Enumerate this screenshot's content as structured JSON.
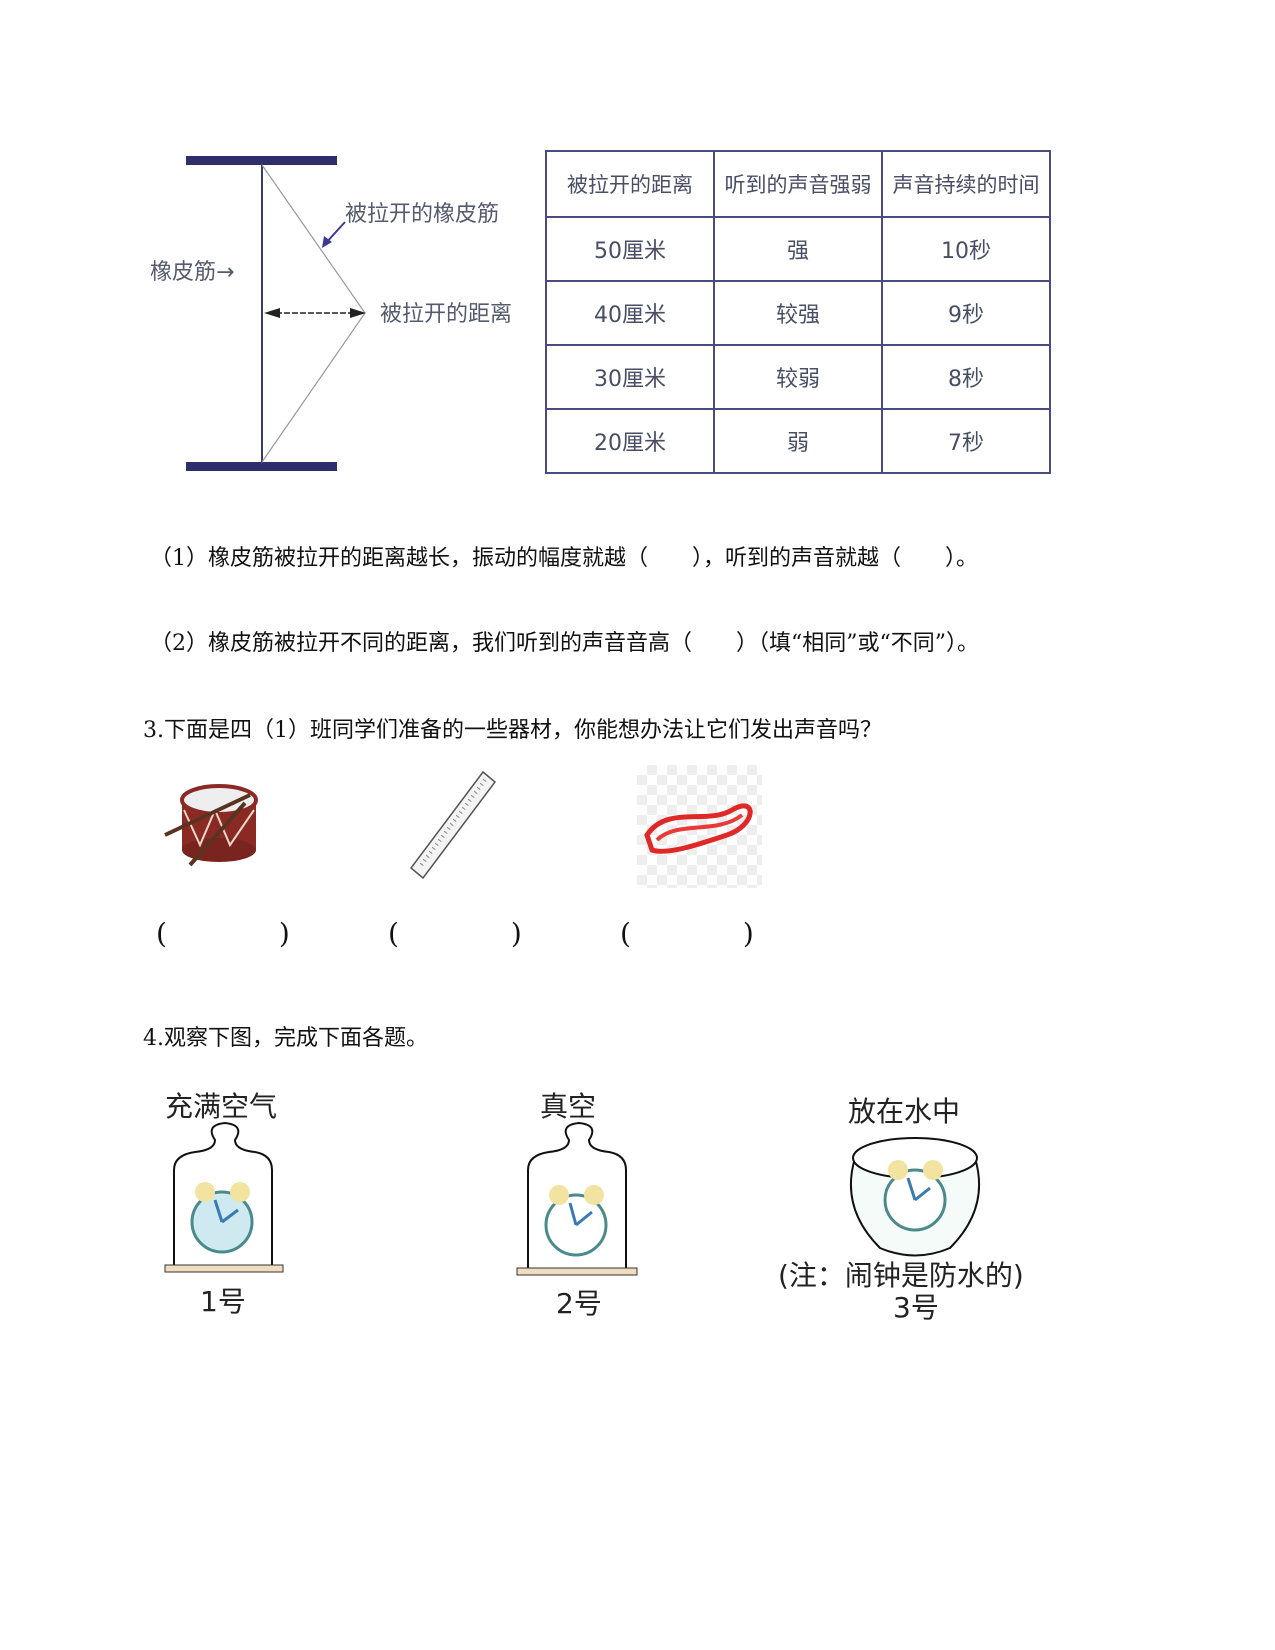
{
  "diagram": {
    "label_band": "橡皮筋→",
    "label_stretched": "被拉开的橡皮筋",
    "label_distance": "被拉开的距离"
  },
  "table": {
    "headers": [
      "被拉开的距离",
      "听到的声音强弱",
      "声音持续的时间"
    ],
    "rows": [
      [
        "50厘米",
        "强",
        "10秒"
      ],
      [
        "40厘米",
        "较强",
        "9秒"
      ],
      [
        "30厘米",
        "较弱",
        "8秒"
      ],
      [
        "20厘米",
        "弱",
        "7秒"
      ]
    ]
  },
  "questions": {
    "q1": "（1）橡皮筋被拉开的距离越长，振动的幅度就越（　　），听到的声音就越（　　）。",
    "q2": "（2）橡皮筋被拉开不同的距离，我们听到的声音音高（　　）（填“相同”或“不同”）。",
    "q3": "3.下面是四（1）班同学们准备的一些器材，你能想办法让它们发出声音吗？",
    "q3_blanks": [
      "(　　　　)",
      "(　　　　)",
      "(　　　　)"
    ],
    "q4": "4.观察下图，完成下面各题。"
  },
  "figures": {
    "jar1_label": "充满空气",
    "jar1_num": "1号",
    "jar2_label": "真空",
    "jar2_num": "2号",
    "bowl_label": "放在水中",
    "bowl_note": "(注：闹钟是防水的)",
    "bowl_num": "3号"
  }
}
